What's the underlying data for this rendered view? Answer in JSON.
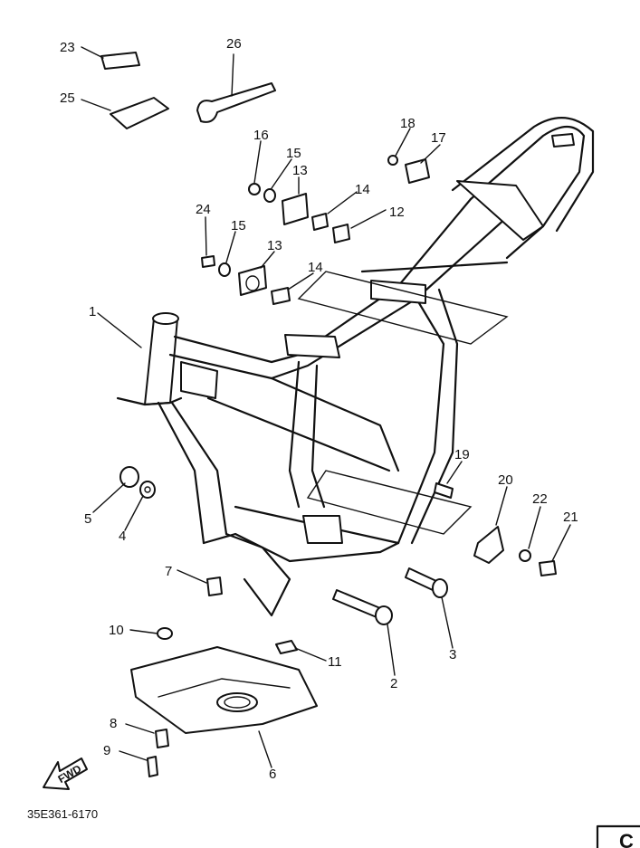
{
  "callouts": [
    {
      "id": "1",
      "text": "1"
    },
    {
      "id": "2",
      "text": "2"
    },
    {
      "id": "3",
      "text": "3"
    },
    {
      "id": "4",
      "text": "4"
    },
    {
      "id": "5",
      "text": "5"
    },
    {
      "id": "6",
      "text": "6"
    },
    {
      "id": "7",
      "text": "7"
    },
    {
      "id": "8",
      "text": "8"
    },
    {
      "id": "9",
      "text": "9"
    },
    {
      "id": "10",
      "text": "10"
    },
    {
      "id": "11",
      "text": "11"
    },
    {
      "id": "12",
      "text": "12"
    },
    {
      "id": "13a",
      "text": "13"
    },
    {
      "id": "13b",
      "text": "13"
    },
    {
      "id": "14a",
      "text": "14"
    },
    {
      "id": "14b",
      "text": "14"
    },
    {
      "id": "15a",
      "text": "15"
    },
    {
      "id": "15b",
      "text": "15"
    },
    {
      "id": "16",
      "text": "16"
    },
    {
      "id": "17",
      "text": "17"
    },
    {
      "id": "18",
      "text": "18"
    },
    {
      "id": "19",
      "text": "19"
    },
    {
      "id": "20",
      "text": "20"
    },
    {
      "id": "21",
      "text": "21"
    },
    {
      "id": "22",
      "text": "22"
    },
    {
      "id": "23",
      "text": "23"
    },
    {
      "id": "24",
      "text": "24"
    },
    {
      "id": "25",
      "text": "25"
    },
    {
      "id": "26",
      "text": "26"
    }
  ],
  "diagram_code": "35E361-6170",
  "fwd_label": "FWD",
  "corner_mark": "C"
}
